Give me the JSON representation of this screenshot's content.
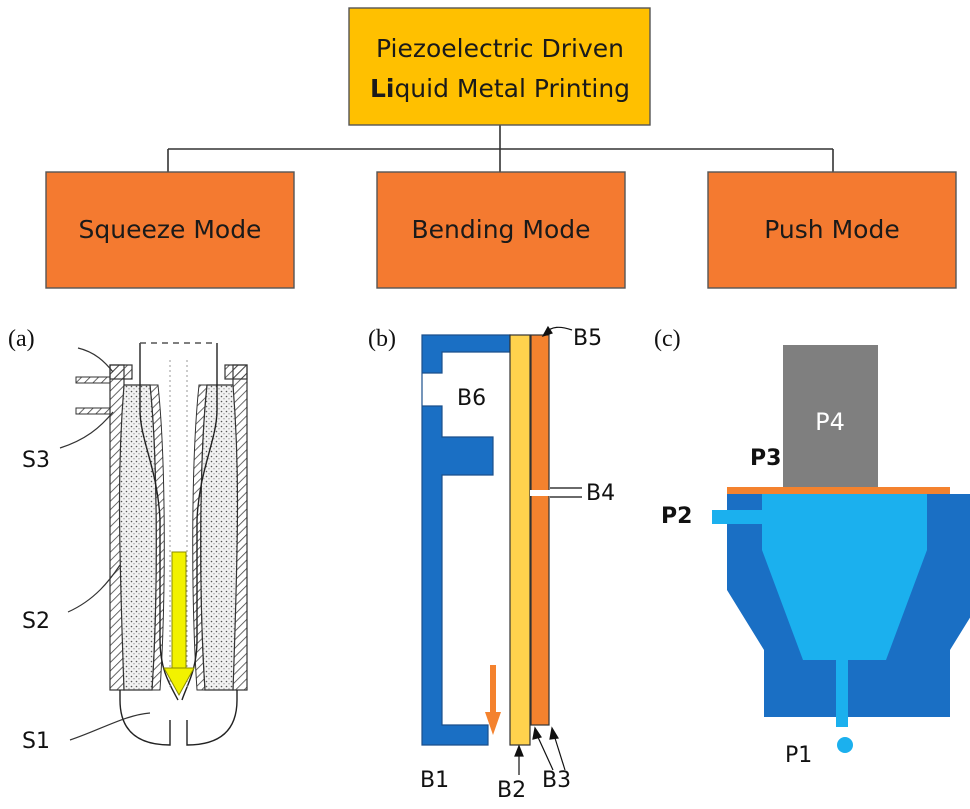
{
  "tree": {
    "root_line1": "Piezoelectric Driven",
    "root_line2_bold": "Li",
    "root_line2_rest": "quid Metal Printing",
    "modes": [
      "Squeeze Mode",
      "Bending Mode",
      "Push Mode"
    ]
  },
  "panels": {
    "a": {
      "letter": "(a)",
      "labels": [
        "S3",
        "S2",
        "S1"
      ]
    },
    "b": {
      "letter": "(b)",
      "labels": [
        "B5",
        "B6",
        "B4",
        "B1",
        "B2",
        "B3"
      ]
    },
    "c": {
      "letter": "(c)",
      "labels": [
        "P4",
        "P3",
        "P2",
        "P1"
      ]
    }
  },
  "colors": {
    "root_fill": "#FFC000",
    "mode_fill": "#F47A30",
    "dark_blue": "#1A6FC4",
    "light_blue": "#1BB0EE",
    "yellow_plate": "#FFD24D",
    "orange_plate": "#F4822E",
    "gray_piston": "#7F7F7F",
    "arrow_yellow": "#F2F200"
  }
}
